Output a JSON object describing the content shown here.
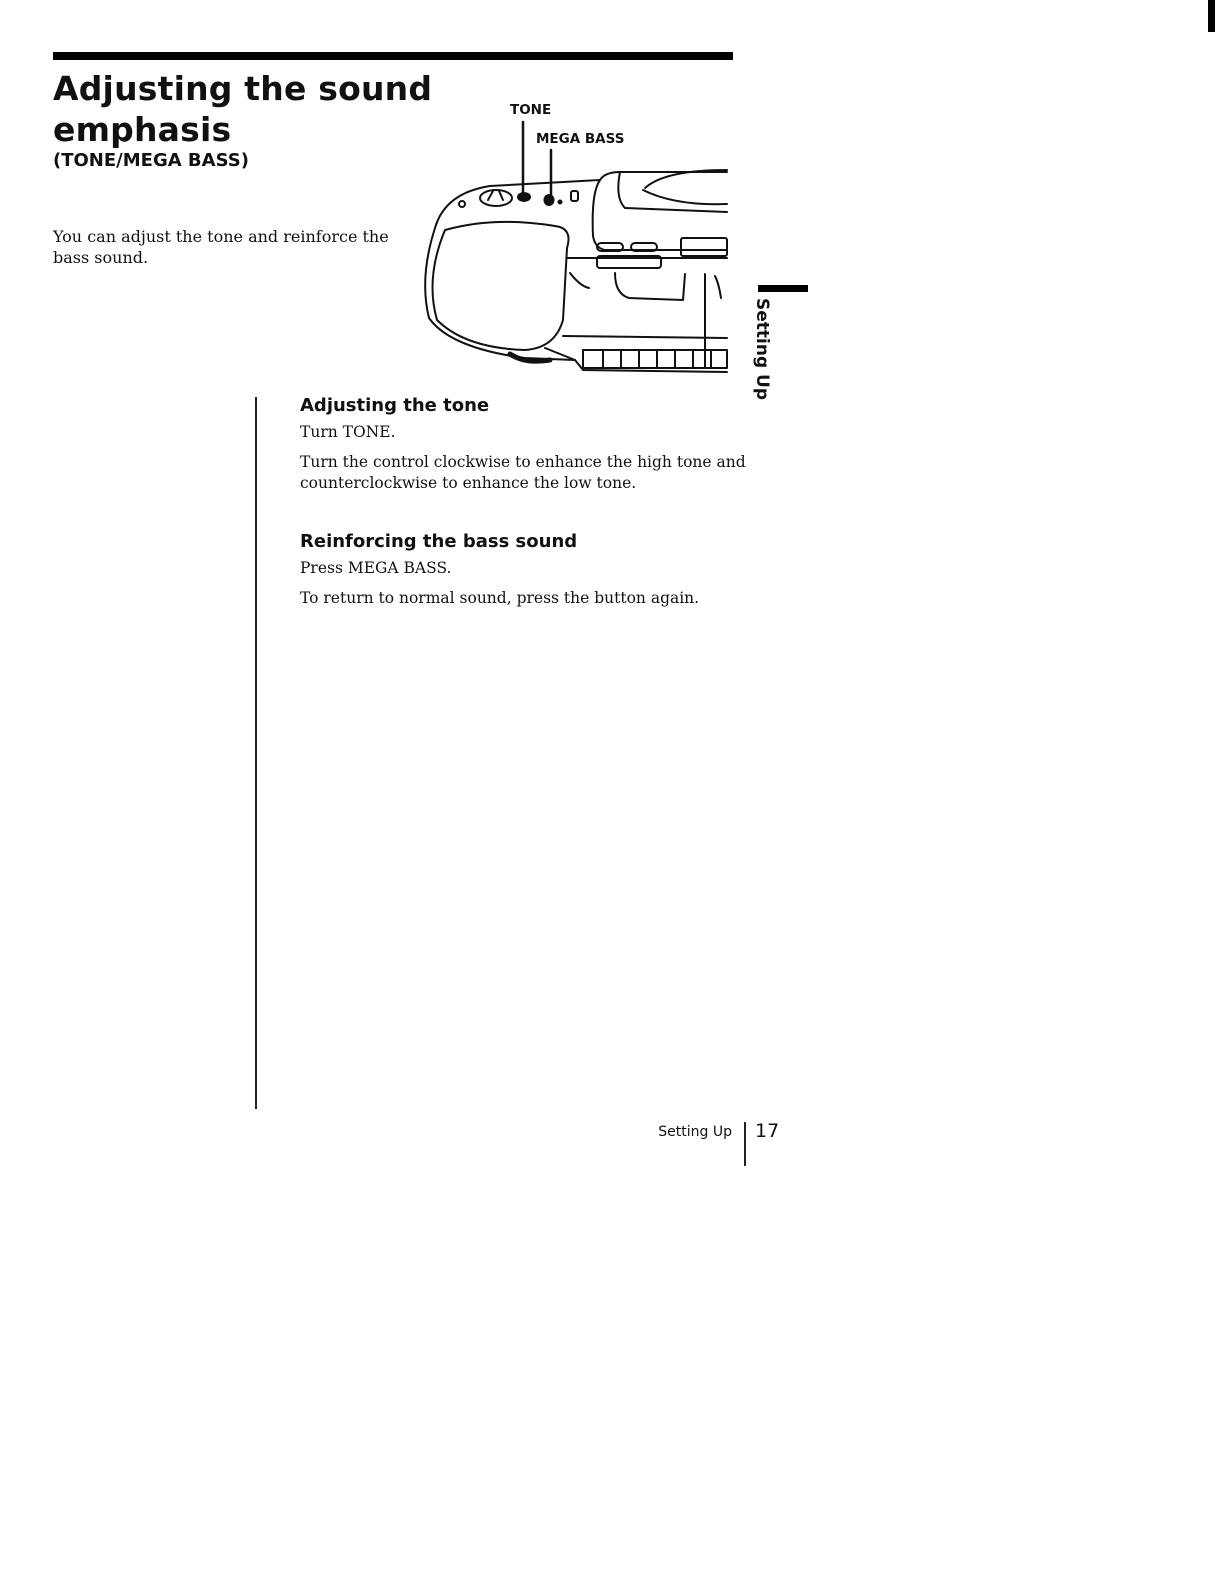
{
  "header": {
    "title": "Adjusting the sound emphasis",
    "subtitle": "(TONE/MEGA BASS)"
  },
  "intro": "You can adjust the tone and reinforce the bass sound.",
  "diagram": {
    "labels": {
      "tone": "TONE",
      "mega_bass": "MEGA BASS"
    }
  },
  "side_tab": {
    "label": "Setting Up"
  },
  "sections": [
    {
      "heading": "Adjusting the tone",
      "paragraphs": [
        "Turn TONE.",
        "Turn the control clockwise to enhance the high tone and counterclockwise to enhance the low tone."
      ]
    },
    {
      "heading": "Reinforcing the bass sound",
      "paragraphs": [
        "Press MEGA BASS.",
        "To return to normal sound, press the button again."
      ]
    }
  ],
  "footer": {
    "section_name": "Setting Up",
    "page_number": "17"
  }
}
